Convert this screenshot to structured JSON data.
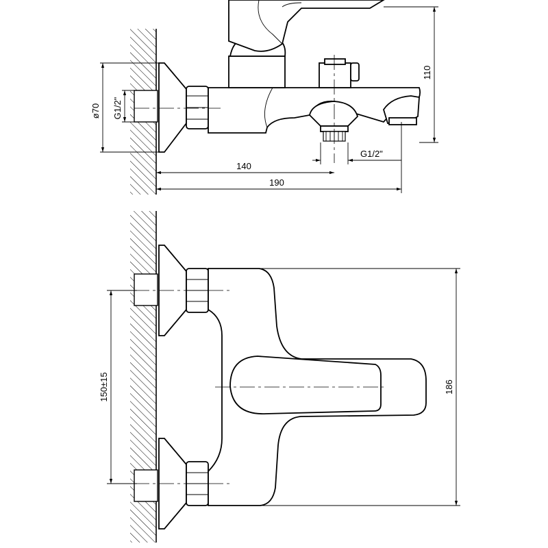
{
  "dimensions": {
    "diameter": "ø70",
    "thread_inlet": "G1/2\"",
    "thread_outlet": "G1/2\"",
    "length_140": "140",
    "length_190": "190",
    "height_110": "110",
    "centers": "150±15",
    "width_186": "186"
  },
  "colors": {
    "line": "#000000",
    "background": "#ffffff"
  }
}
